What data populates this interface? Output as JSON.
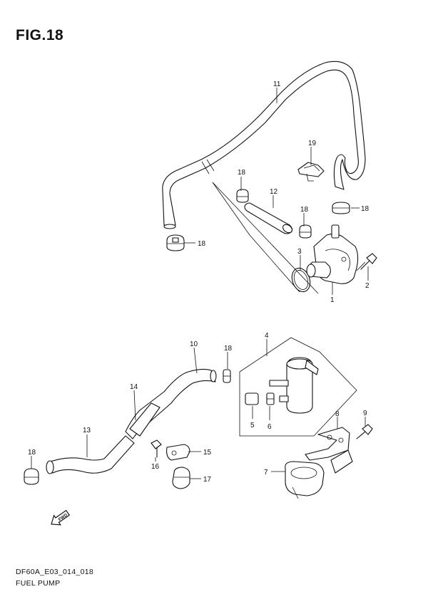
{
  "figure": {
    "title": "FIG.18",
    "code": "DF60A_E03_014_018",
    "name": "FUEL PUMP"
  },
  "direction_badge": "FWD",
  "callouts": [
    {
      "id": "p11",
      "text": "11"
    },
    {
      "id": "p19",
      "text": "19"
    },
    {
      "id": "p18a",
      "text": "18"
    },
    {
      "id": "p12",
      "text": "12"
    },
    {
      "id": "p18b",
      "text": "18"
    },
    {
      "id": "p18c",
      "text": "18"
    },
    {
      "id": "p18d",
      "text": "18"
    },
    {
      "id": "p3",
      "text": "3"
    },
    {
      "id": "p2",
      "text": "2"
    },
    {
      "id": "p1",
      "text": "1"
    },
    {
      "id": "p4",
      "text": "4"
    },
    {
      "id": "p10",
      "text": "10"
    },
    {
      "id": "p18e",
      "text": "18"
    },
    {
      "id": "p14",
      "text": "14"
    },
    {
      "id": "p5",
      "text": "5"
    },
    {
      "id": "p6",
      "text": "6"
    },
    {
      "id": "p8",
      "text": "8"
    },
    {
      "id": "p9",
      "text": "9"
    },
    {
      "id": "p13",
      "text": "13"
    },
    {
      "id": "p15",
      "text": "15"
    },
    {
      "id": "p18f",
      "text": "18"
    },
    {
      "id": "p16",
      "text": "16"
    },
    {
      "id": "p7",
      "text": "7"
    },
    {
      "id": "p17",
      "text": "17"
    }
  ]
}
